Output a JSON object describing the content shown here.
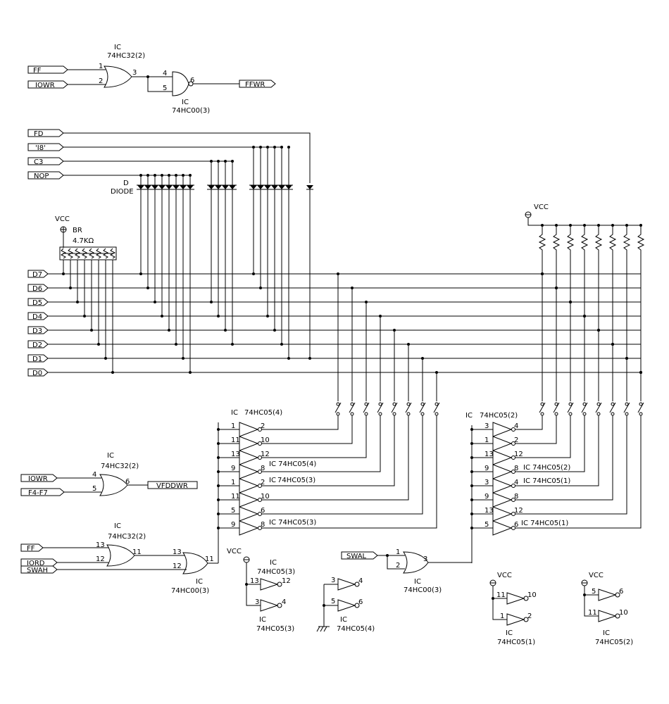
{
  "ports": {
    "ff": "FF",
    "iowr": "IOWR",
    "ffwr": "FFWR",
    "fd": "FD",
    "i8": "'I8'",
    "c3": "C3",
    "nop": "NOP",
    "d7": "D7",
    "d6": "D6",
    "d5": "D5",
    "d4": "D4",
    "d3": "D3",
    "d2": "D2",
    "d1": "D1",
    "d0": "D0",
    "iowr2": "IOWR",
    "f4f7": "F4-F7",
    "vfddwr": "VFDDWR",
    "ff2": "FF",
    "iord": "IORD",
    "swah": "SWAH",
    "swal": "SWAL"
  },
  "labels": {
    "ic": "IC",
    "vcc": "VCC",
    "d": "D",
    "diode": "DIODE",
    "br": "BR",
    "br_value": "4.7KΩ",
    "hc32_2": "74HC32(2)",
    "hc00_3": "74HC00(3)",
    "hc05_1": "74HC05(1)",
    "hc05_2": "74HC05(2)",
    "hc05_3": "74HC05(3)",
    "hc05_4": "74HC05(4)",
    "ic_hc05_4": "IC  74HC05(4)",
    "ic_hc05_2": "IC  74HC05(2)",
    "ic_hc05_3": "IC  74HC05(3)",
    "ic_hc05_1": "IC  74HC05(1)",
    "ic_hc05_3b": "IC 74HC05(3)",
    "ic_hc05_1b": "IC 74HC05(1)",
    "ic_short": "IC"
  },
  "pins": {
    "p1": "1",
    "p2": "2",
    "p3": "3",
    "p4": "4",
    "p5": "5",
    "p6": "6",
    "p8": "8",
    "p9": "9",
    "p10": "10",
    "p11": "11",
    "p12": "12",
    "p13": "13"
  }
}
